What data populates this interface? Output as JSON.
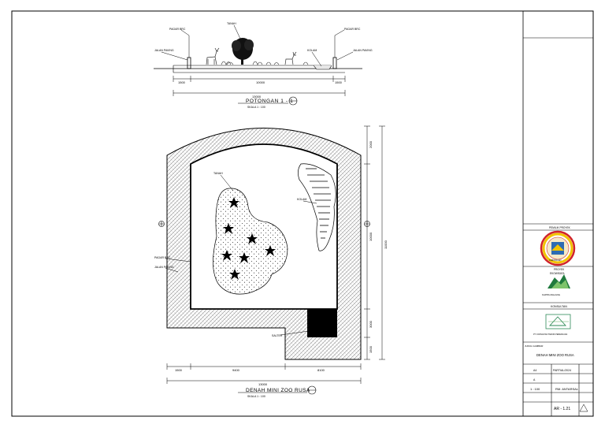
{
  "section": {
    "title": "POTONGAN  1 - 1",
    "scale": "SKALA  1 : 100",
    "labels": {
      "tree": "TANAH",
      "fence_left": "PAGAR BRC",
      "fence_right": "PAGAR BRC",
      "path_left": "JALAN PAVING",
      "path_right": "JALAN PAVING",
      "pond": "KOLAM"
    },
    "dims": {
      "left": "1500",
      "middle": "10000",
      "right": "1500",
      "total": "13000"
    }
  },
  "plan": {
    "title": "DENAH MINI ZOO RUSA",
    "scale": "SKALA  1 : 100",
    "labels": {
      "tree": "TANAH",
      "pond": "KOLAM",
      "fence": "PAGAR BRC",
      "path": "JALAN PAVING",
      "shelter": "SALTER"
    },
    "dims": {
      "bottom_left": "1500",
      "bottom_mid": "9400",
      "bottom_right": "8100",
      "bottom_total": "13000",
      "right_top": "2000",
      "right_mid": "10000",
      "right_total": "11000",
      "right_lower": "3000",
      "right_bottom": "1500"
    }
  },
  "title_block": {
    "owner_label": "PEMILIK PROYEK",
    "owner_logo_text": "KABUPATEN",
    "planner_label": "PROYEK",
    "planner_sub": "EKOWISATA",
    "planner_logo_text": "KAPPA  MALANG",
    "consultant_label": "KONSULTAN",
    "consultant_name": "PT. KONSULTAN TEKNIK PERENCANA",
    "drawing_label": "JUDUL GAMBAR",
    "drawing_title": "DENAH MINI ZOO RUSA",
    "row1_left": "A4",
    "row1_mid": "PARTIAL/2024",
    "row2_left": "A",
    "scale_value": "1 : 100",
    "sheet_value": "RM. ANTARSAL",
    "sheet_no": "AR - 1.21"
  }
}
